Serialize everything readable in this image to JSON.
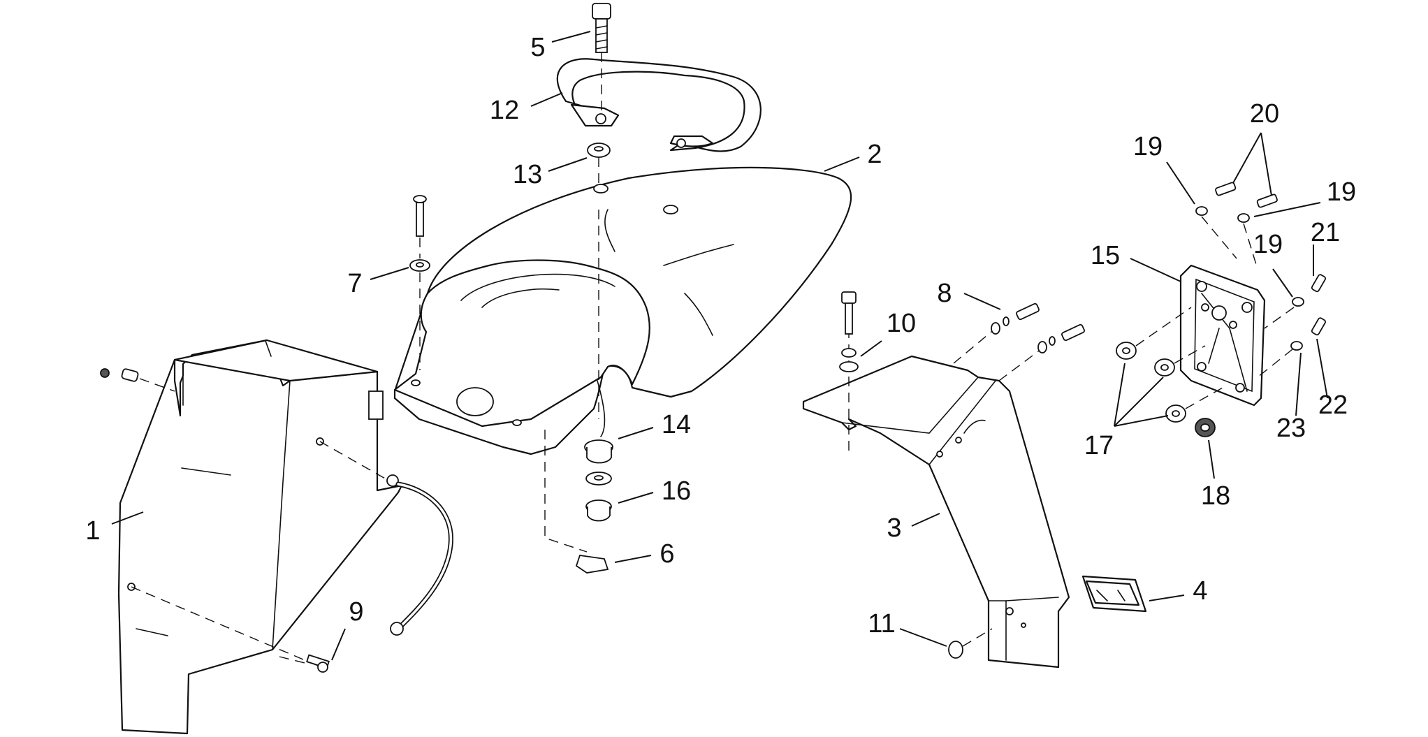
{
  "diagram": {
    "colors": {
      "line": "#111111",
      "background": "#ffffff"
    },
    "callouts": [
      {
        "id": "c1",
        "label": "1"
      },
      {
        "id": "c2",
        "label": "2"
      },
      {
        "id": "c3",
        "label": "3"
      },
      {
        "id": "c4",
        "label": "4"
      },
      {
        "id": "c5",
        "label": "5"
      },
      {
        "id": "c6",
        "label": "6"
      },
      {
        "id": "c7",
        "label": "7"
      },
      {
        "id": "c8",
        "label": "8"
      },
      {
        "id": "c9",
        "label": "9"
      },
      {
        "id": "c10",
        "label": "10"
      },
      {
        "id": "c11",
        "label": "11"
      },
      {
        "id": "c12",
        "label": "12"
      },
      {
        "id": "c13",
        "label": "13"
      },
      {
        "id": "c14",
        "label": "14"
      },
      {
        "id": "c15",
        "label": "15"
      },
      {
        "id": "c16",
        "label": "16"
      },
      {
        "id": "c17",
        "label": "17"
      },
      {
        "id": "c18",
        "label": "18"
      },
      {
        "id": "c19a",
        "label": "19"
      },
      {
        "id": "c19b",
        "label": "19"
      },
      {
        "id": "c19c",
        "label": "19"
      },
      {
        "id": "c20",
        "label": "20"
      },
      {
        "id": "c21",
        "label": "21"
      },
      {
        "id": "c22",
        "label": "22"
      },
      {
        "id": "c23",
        "label": "23"
      }
    ]
  }
}
